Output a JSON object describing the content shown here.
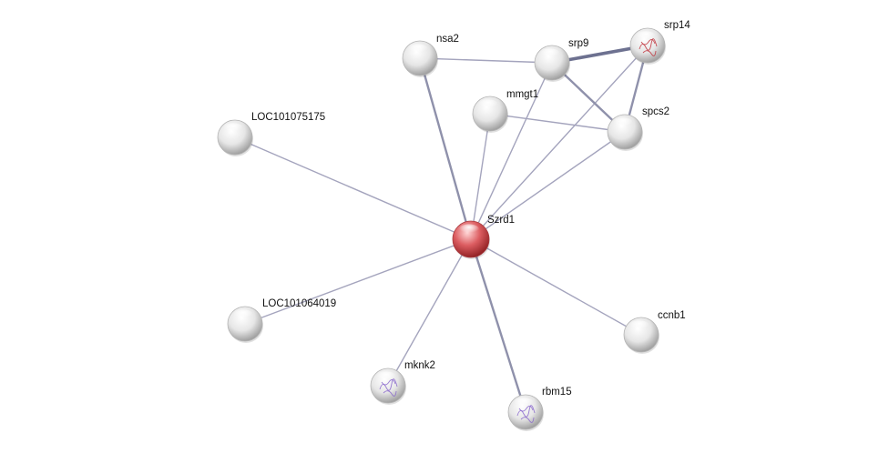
{
  "network": {
    "colors": {
      "query_node": "#d9555a",
      "neighbor_node": "#e9e9e9",
      "edge": "#a4a4bd",
      "edge_strong": "#6d7190"
    },
    "nodes": [
      {
        "id": "Szrd1",
        "label": "Szrd1",
        "query": true
      },
      {
        "id": "nsa2",
        "label": "nsa2"
      },
      {
        "id": "srp9",
        "label": "srp9"
      },
      {
        "id": "srp14",
        "label": "srp14",
        "structure_icon": "protein-structure-icon"
      },
      {
        "id": "mmgt1",
        "label": "mmgt1"
      },
      {
        "id": "spcs2",
        "label": "spcs2"
      },
      {
        "id": "LOC101075175",
        "label": "LOC101075175"
      },
      {
        "id": "LOC101064019",
        "label": "LOC101064019"
      },
      {
        "id": "mknk2",
        "label": "mknk2",
        "structure_icon": "protein-structure-icon"
      },
      {
        "id": "rbm15",
        "label": "rbm15",
        "structure_icon": "protein-structure-icon"
      },
      {
        "id": "ccnb1",
        "label": "ccnb1"
      }
    ],
    "edges": [
      {
        "source": "Szrd1",
        "target": "nsa2",
        "strength": "medium"
      },
      {
        "source": "Szrd1",
        "target": "srp9",
        "strength": "weak"
      },
      {
        "source": "Szrd1",
        "target": "mmgt1",
        "strength": "weak"
      },
      {
        "source": "Szrd1",
        "target": "srp14",
        "strength": "weak"
      },
      {
        "source": "Szrd1",
        "target": "spcs2",
        "strength": "weak"
      },
      {
        "source": "Szrd1",
        "target": "LOC101075175",
        "strength": "weak"
      },
      {
        "source": "Szrd1",
        "target": "LOC101064019",
        "strength": "weak"
      },
      {
        "source": "Szrd1",
        "target": "mknk2",
        "strength": "weak"
      },
      {
        "source": "Szrd1",
        "target": "rbm15",
        "strength": "medium"
      },
      {
        "source": "Szrd1",
        "target": "ccnb1",
        "strength": "weak"
      },
      {
        "source": "nsa2",
        "target": "srp9",
        "strength": "weak"
      },
      {
        "source": "srp9",
        "target": "srp14",
        "strength": "strong"
      },
      {
        "source": "srp9",
        "target": "spcs2",
        "strength": "medium"
      },
      {
        "source": "srp14",
        "target": "spcs2",
        "strength": "medium"
      },
      {
        "source": "mmgt1",
        "target": "spcs2",
        "strength": "weak"
      }
    ]
  }
}
